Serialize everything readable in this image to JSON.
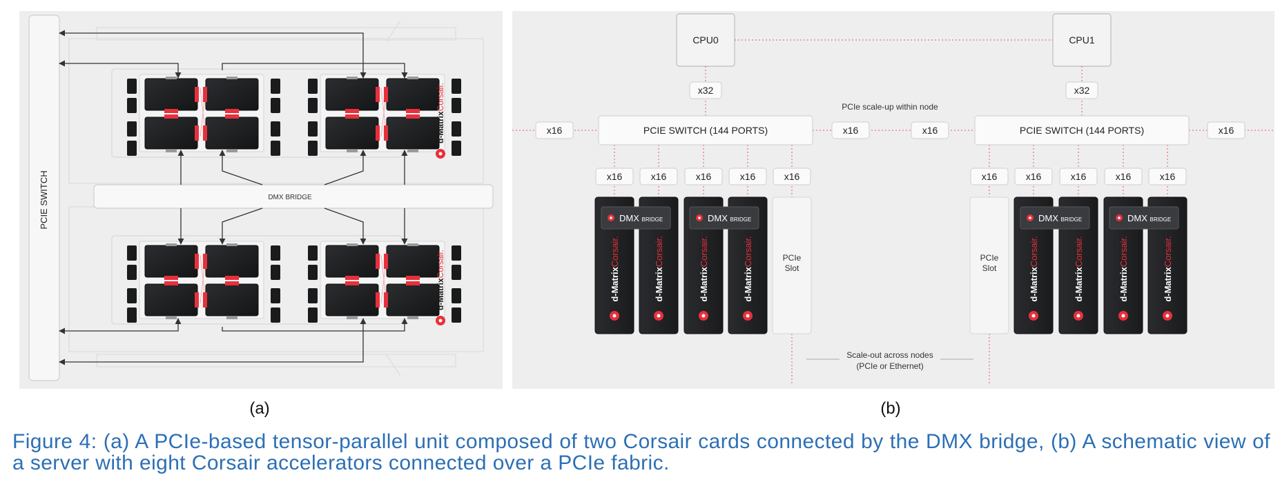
{
  "panel_a": {
    "sublabel": "(a)",
    "pcie_switch_label": "PCIE SWITCH",
    "bridge_label": "DMX BRIDGE",
    "brand_prefix": "d-Matrix",
    "brand_name": "Corsair."
  },
  "panel_b": {
    "sublabel": "(b)",
    "cpu0_label": "CPU0",
    "cpu1_label": "CPU1",
    "cpu_link": "x32",
    "scale_up_label": "PCIe scale-up within node",
    "switch_label": "PCIE SWITCH (144 PORTS)",
    "lane_label": "x16",
    "slot_line1": "PCIe",
    "slot_line2": "Slot",
    "bridge_main": "DMX",
    "bridge_sub": "BRIDGE",
    "card_prefix": "d-Matrix",
    "card_name": "Corsair.",
    "scale_out_line1": "Scale-out across nodes",
    "scale_out_line2": "(PCIe or Ethernet)"
  },
  "caption": {
    "text": "Figure 4: (a) A PCIe-based tensor-parallel unit composed of two Corsair cards connected by the DMX bridge, (b) A schematic view of a server with eight Corsair accelerators connected over a PCIe fabric."
  },
  "colors": {
    "accent_red": "#e8303c",
    "panel_bg": "#eeeeee",
    "chip_dark": "#1e1f21",
    "caption_blue": "#2c6fb5"
  }
}
